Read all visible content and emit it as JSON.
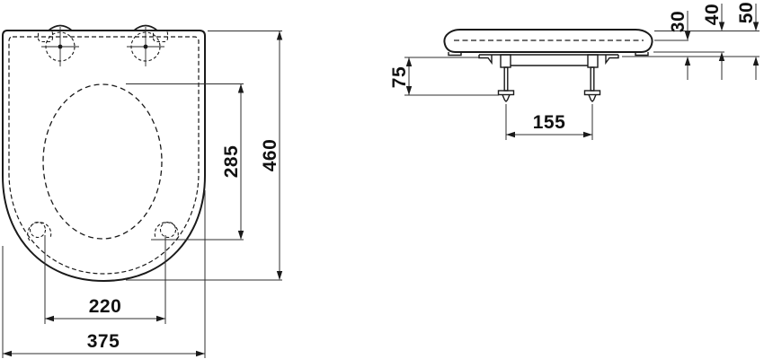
{
  "drawing": {
    "plan_view": {
      "overall_length": "460",
      "seat_opening_length": "285",
      "bumper_spacing": "220",
      "overall_width": "375"
    },
    "side_view": {
      "fixing_bolt_spacing": "155",
      "fixing_bolt_drop": "75",
      "ring_height": "30",
      "lid_edge_height": "40",
      "total_height": "50"
    },
    "colors": {
      "line": "#1a1a1a",
      "dimension_line": "#2f2f2f",
      "background": "#ffffff"
    }
  }
}
